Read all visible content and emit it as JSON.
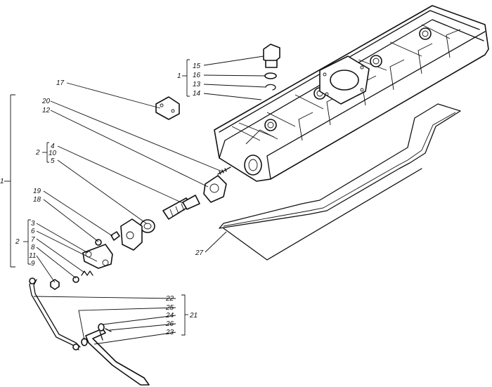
{
  "labels": {
    "n1": "1",
    "n2": "2",
    "n3": "3",
    "n4": "4",
    "n5": "5",
    "n6": "6",
    "n7": "7",
    "n8": "8",
    "n9": "9",
    "n10": "10",
    "n11": "11",
    "n12": "12",
    "n13": "13",
    "n14": "14",
    "n15": "15",
    "n16": "16",
    "n17": "17",
    "n18": "18",
    "n19": "19",
    "n20": "20",
    "n21": "21",
    "n22": "22",
    "n23": "23",
    "n24": "24",
    "n25": "25",
    "n26": "26",
    "n27": "27"
  }
}
